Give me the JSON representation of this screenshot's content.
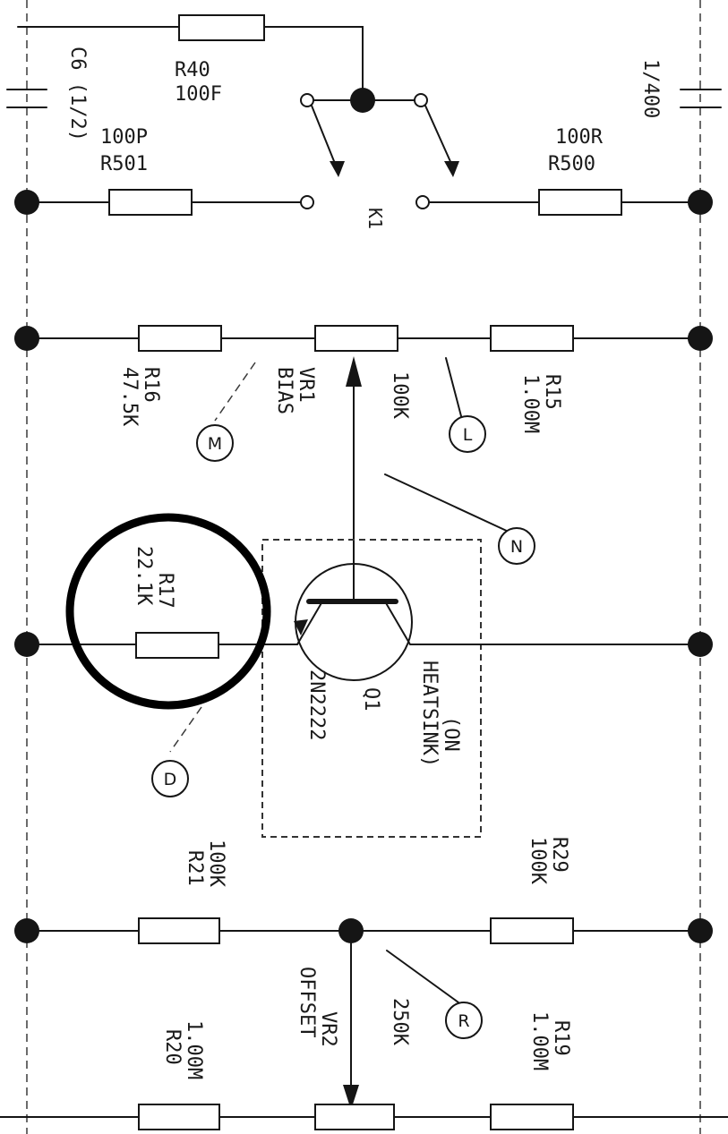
{
  "labels": {
    "r40": [
      "R40",
      "100F"
    ],
    "r501": [
      "100P",
      "R501"
    ],
    "c6": "C6 (1/2)",
    "c_top_right": "1/400",
    "r500": [
      "100R",
      "R500"
    ],
    "k1": "K1",
    "r16": [
      "R16",
      "47.5K"
    ],
    "vr1": [
      "VR1",
      "BIAS"
    ],
    "vr1_value": "100K",
    "r15": [
      "R15",
      "1.00M"
    ],
    "r17": [
      "R17",
      "22.1K"
    ],
    "q1": [
      "Q1",
      "2N2222"
    ],
    "heatsink": [
      "(ON",
      "HEATSINK)"
    ],
    "r21": [
      "100K",
      "R21"
    ],
    "r29": [
      "R29",
      "100K"
    ],
    "r20": [
      "1.00M",
      "R20"
    ],
    "vr2": [
      "VR2",
      "OFFSET"
    ],
    "vr2_value": "250K",
    "r19": [
      "R19",
      "1.00M"
    ]
  },
  "callouts": {
    "m": "M",
    "l": "L",
    "n": "N",
    "d": "D",
    "r": "R"
  }
}
